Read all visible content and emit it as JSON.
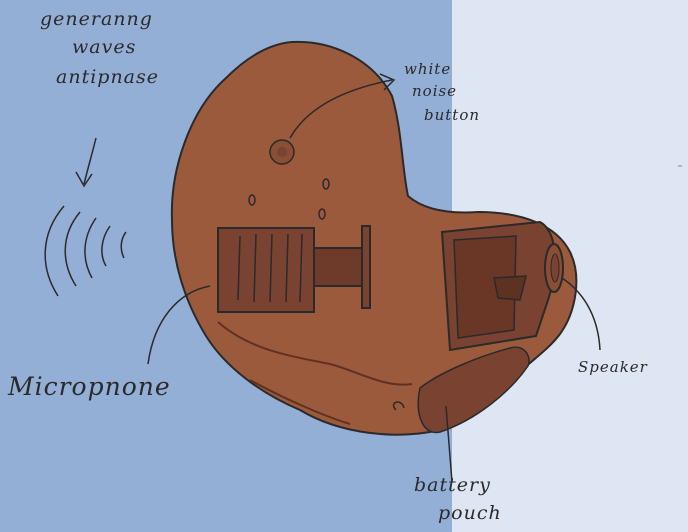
{
  "labels": {
    "generating_line1": "generanng",
    "generating_line2": "waves",
    "generating_line3": "antipnase",
    "white_noise_line1": "white",
    "white_noise_line2": "noise",
    "white_noise_line3": "button",
    "microphone": "Micropnone",
    "speaker": "Speaker",
    "battery_line1": "battery",
    "battery_line2": "pouch"
  },
  "colors": {
    "background_left": "#93afd6",
    "background_right": "#dde6f2",
    "device_body": "#9c5a3c",
    "device_dark": "#7a4230",
    "device_darker": "#5e3223",
    "ink": "#2a2a2a"
  }
}
